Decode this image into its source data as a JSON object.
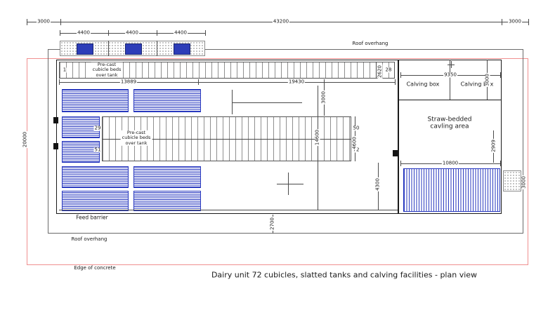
{
  "caption": "Dairy unit 72 cubicles, slatted tanks and calving facilities - plan view",
  "dims": {
    "top_left": "3000",
    "top_span": "43200",
    "top_right": "3000",
    "bays": [
      "4400",
      "4400",
      "4400"
    ],
    "row_left": "13889",
    "row_right": "19430",
    "row_depth": "2620",
    "calving_width": "9350",
    "calving_depth": "3000",
    "passage_gap": "3000",
    "tank_length": "14600",
    "bed_depth": "4600",
    "rear_depth": "4300",
    "overhang": "2700",
    "total_depth": "20000",
    "straw_depth": "2909",
    "straw_width": "10800",
    "collect_depth": "3000"
  },
  "labels": {
    "roof_overhang_top": "Roof overhang",
    "roof_overhang_bottom": "Roof overhang",
    "edge_of_concrete": "Edge of concrete",
    "feed_barrier": "Feed barrier",
    "calving_box_left": "Calving box",
    "calving_box_right": "Calving box",
    "straw_line1": "Straw-bedded",
    "straw_line2": "cavling area",
    "precast_top": [
      "Pre-cast",
      "cubicle beds",
      "over tank"
    ],
    "precast_mid": [
      "Pre-cast",
      "cubicle beds",
      "over tank"
    ]
  },
  "numbers": {
    "top_first": "1",
    "top_last": "28",
    "mid_first_upper": "29",
    "mid_last_upper": "50",
    "mid_first_lower": "51",
    "mid_last_lower": "72"
  },
  "colors": {
    "slats": "#2838bf",
    "concrete_edge": "#f09090",
    "lines": "#4a4a4a"
  }
}
